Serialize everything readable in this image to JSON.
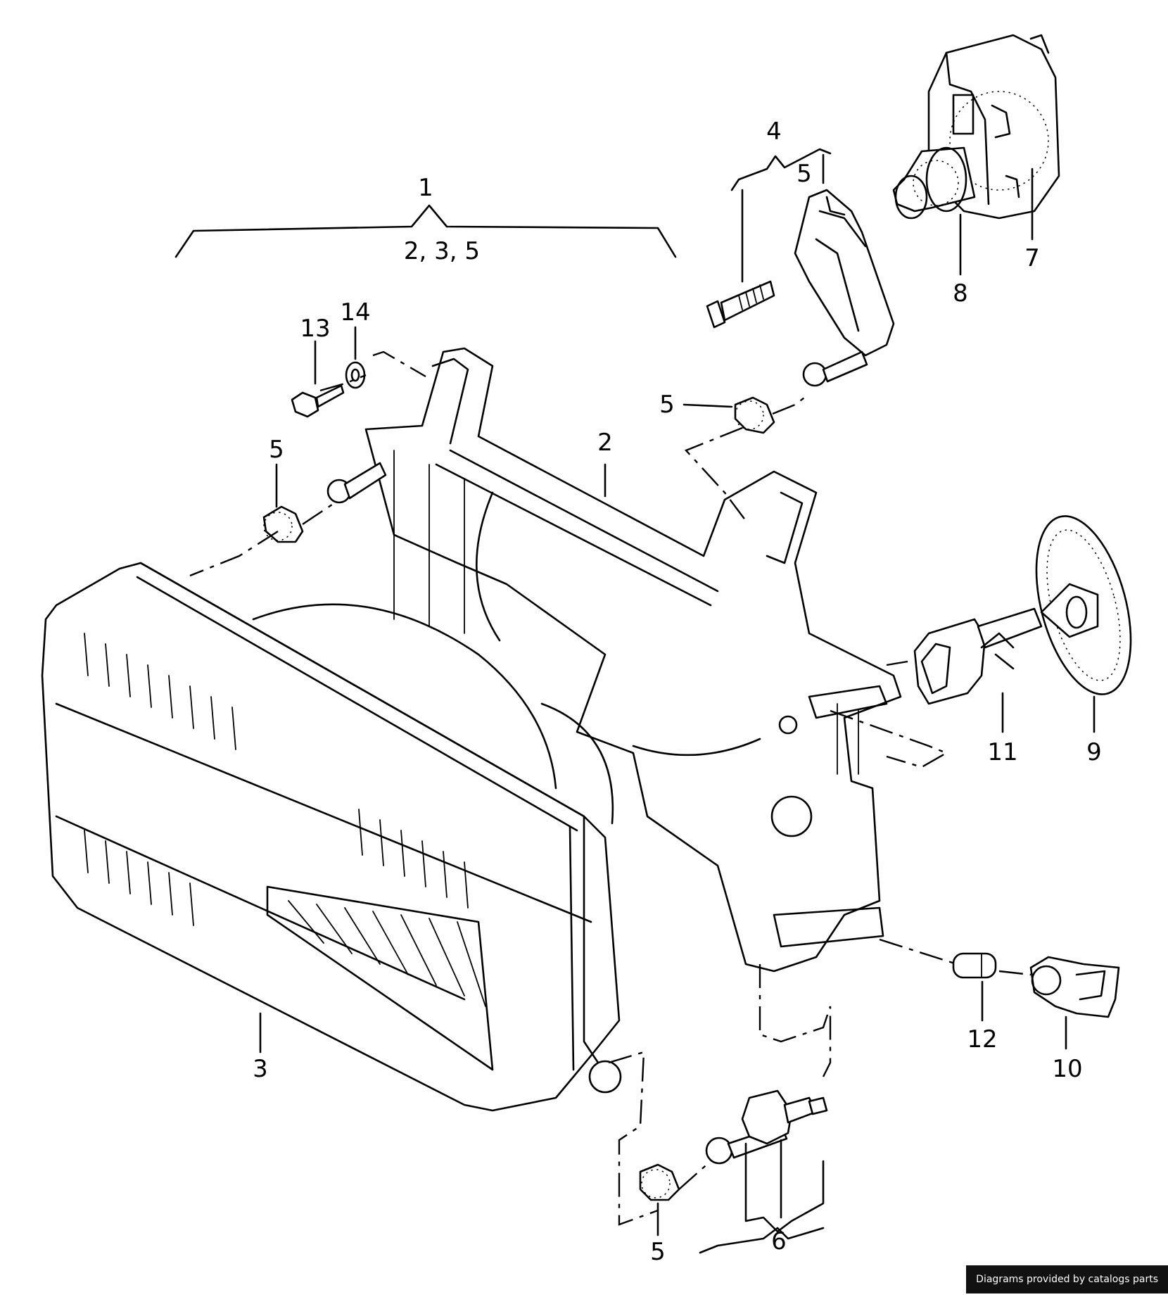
{
  "labels": {
    "l1": "1",
    "l1sub": "2, 3, 5",
    "l2": "2",
    "l3": "3",
    "l4": "4",
    "l5a": "5",
    "l5b": "5",
    "l5c": "5",
    "l5d": "5",
    "l6": "6",
    "l7": "7",
    "l8": "8",
    "l9": "9",
    "l10": "10",
    "l11": "11",
    "l12": "12",
    "l13": "13",
    "l14": "14"
  },
  "credit": "Diagrams provided by catalogs parts"
}
